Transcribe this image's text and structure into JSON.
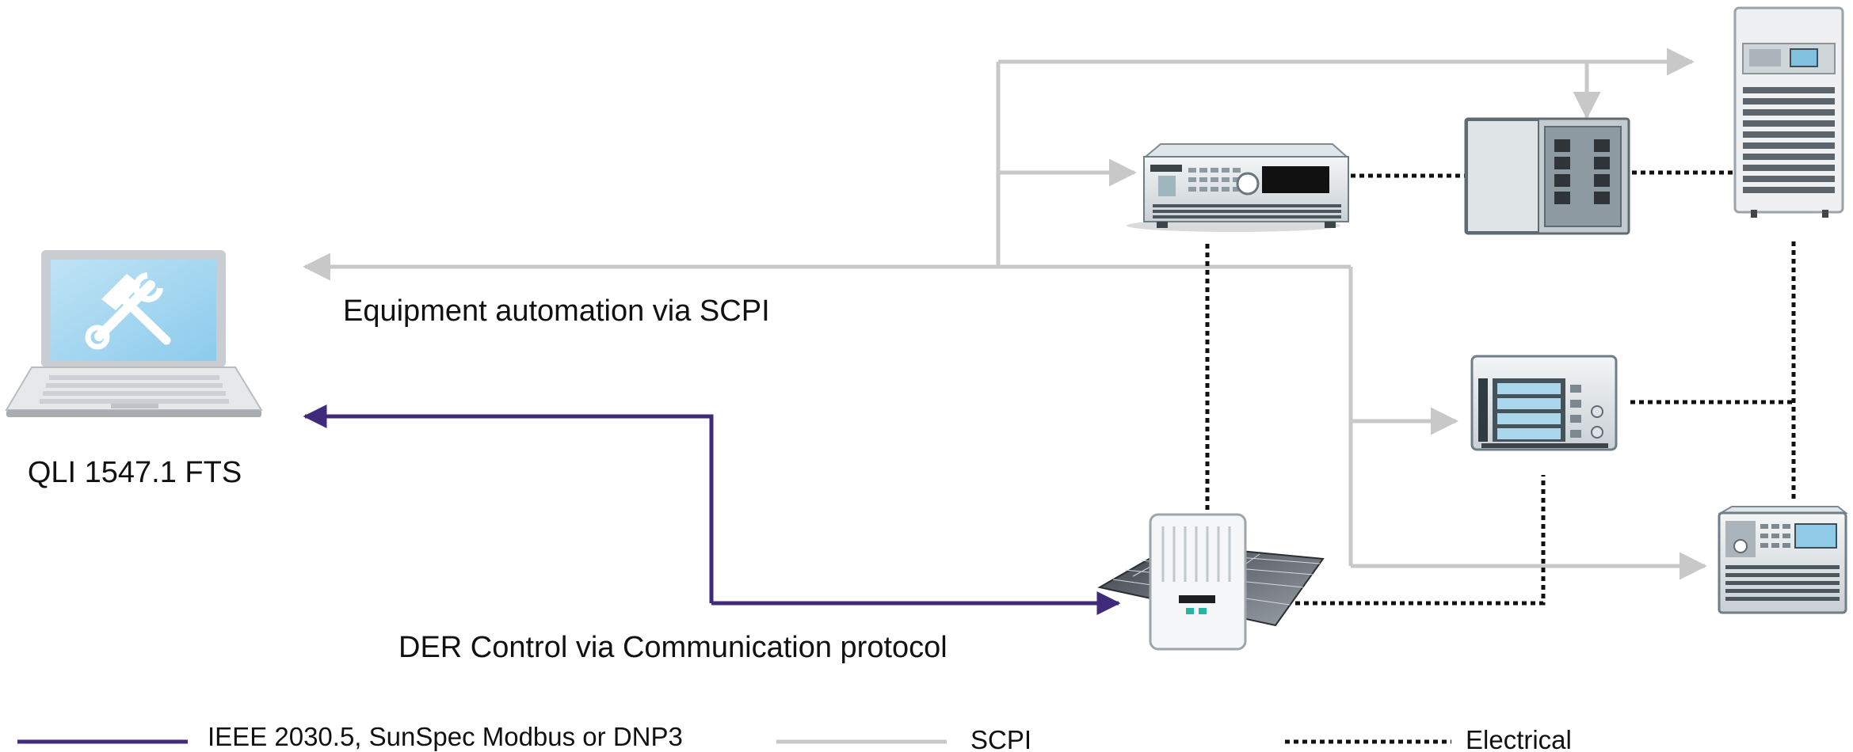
{
  "labels": {
    "laptop": "QLI 1547.1 FTS",
    "scpi_path": "Equipment automation via SCPI",
    "der_path": "DER Control via Communication protocol"
  },
  "legend": {
    "protocol": "IEEE 2030.5, SunSpec Modbus or DNP3",
    "scpi": "SCPI",
    "electrical": "Electrical"
  },
  "colors": {
    "protocol_line": "#3f2a7c",
    "scpi_line": "#c8c8c8",
    "electrical_line": "#111111"
  },
  "icons": [
    "laptop-tools-icon",
    "dc-power-supply-icon",
    "breaker-panel-icon",
    "grid-simulator-cabinet-icon",
    "power-analyzer-icon",
    "solar-inverter-icon",
    "ac-source-icon"
  ]
}
